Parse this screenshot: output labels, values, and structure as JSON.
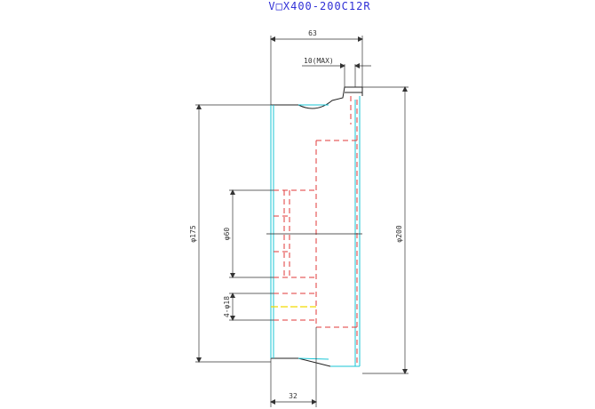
{
  "title": "V□X400-200C12R",
  "dimensions": {
    "top_width": "63",
    "top_max": "10(MAX)",
    "bottom_width": "32",
    "dia_175": "φ175",
    "dia_60": "φ60",
    "dia_200": "φ200",
    "holes": "4-φ18"
  },
  "colors": {
    "outline": "#222222",
    "hidden": "#e03a3a",
    "cyan": "#19c6d6",
    "yellow": "#f2d900",
    "title": "#2f2fd6"
  }
}
